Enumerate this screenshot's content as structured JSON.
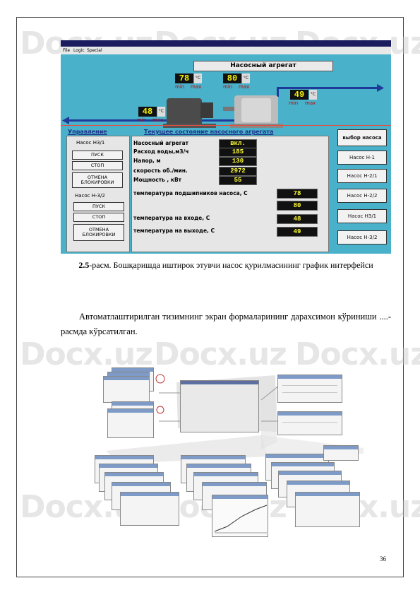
{
  "screen": {
    "menu": [
      "File",
      "Logic",
      "Special"
    ],
    "header": "Насосный агрегат",
    "sensors": [
      {
        "value": "78",
        "unit": "°C",
        "min": "min",
        "max": "max"
      },
      {
        "value": "80",
        "unit": "°C",
        "min": "min",
        "max": "max"
      },
      {
        "value": "49",
        "unit": "°C",
        "min": "min",
        "max": "max"
      },
      {
        "value": "48",
        "unit": "°C",
        "min": "min",
        "max": "max"
      }
    ],
    "control_title": "Управление",
    "state_title": "Текущее состояние насосного агрегата",
    "pump1": {
      "label": "Насос Н3/1",
      "start": "ПУСК",
      "stop": "СТОП",
      "cancel": "ОТМЕНА БЛОКИРОВКИ"
    },
    "pump2": {
      "label": "Насос Н-3/2",
      "start": "ПУСК",
      "stop": "СТОП",
      "cancel": "ОТМЕНА БЛОКИРОВКИ"
    },
    "params": [
      {
        "label": "Насосный агрегат",
        "value": "вкл."
      },
      {
        "label": "Расход воды,м3/ч",
        "value": "185"
      },
      {
        "label": "Напор, м",
        "value": "130"
      },
      {
        "label": "скорость об./мин.",
        "value": "2972"
      },
      {
        "label": "Мощность , кВт",
        "value": "55"
      }
    ],
    "temp_bearing_label": "температура подшипников насоса, С",
    "temp_bearing_values": [
      "78",
      "80"
    ],
    "temp_in_label": "температура на входе, С",
    "temp_in_value": "48",
    "temp_out_label": "температура на выходе, С",
    "temp_out_value": "49",
    "right_panel_title": "выбор насоса",
    "right_buttons": [
      "Насос Н-1",
      "Насос Н-2/1",
      "Насос Н-2/2",
      "Насос Н3/1",
      "Насос Н-3/2"
    ]
  },
  "caption": {
    "number": "2.5",
    "text": "-расм. Бошқаришда иштирок этувчи насос қурилмасининг график интерфейси"
  },
  "paragraph": "Автоматлаштирилган тизимнинг экран формаларининг дарахсимон кўриниши ....-расмда кўрсатилган.",
  "watermark": "Docx.uz",
  "page_number": "36",
  "colors": {
    "screen_bg": "#49b1c9",
    "display_bg": "#111111",
    "display_text": "#f4f400",
    "section_title": "#1e2f8a"
  }
}
